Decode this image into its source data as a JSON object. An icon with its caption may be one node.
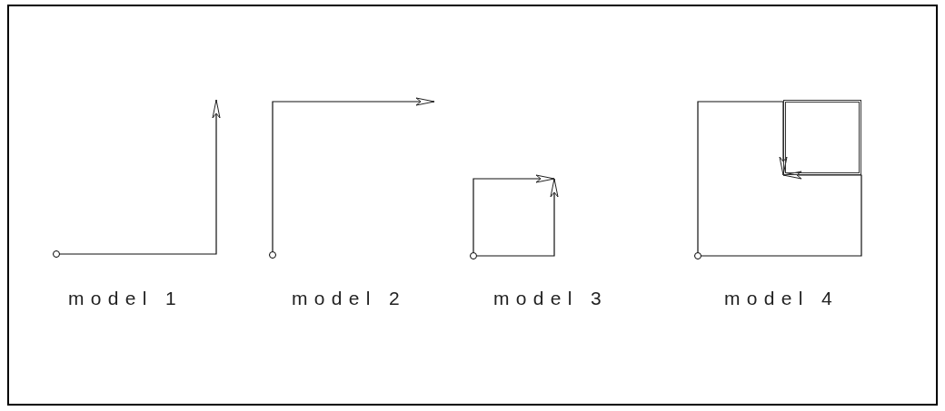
{
  "diagram": {
    "nodes": [
      {
        "text": [],
        "shape": "circle"
      },
      {
        "text": [],
        "shape": "circle"
      },
      {
        "text": [],
        "shape": "circle"
      },
      {
        "text": [],
        "shape": "circle"
      },
      {
        "text": [],
        "shape": "box"
      }
    ],
    "edges": [
      {
        "from": 0,
        "to": null,
        "arrow": "to"
      },
      {
        "from": 1,
        "to": null,
        "arrow": "to"
      },
      {
        "from": 2,
        "to": null,
        "arrow": "to"
      },
      {
        "from": 2,
        "to": null,
        "arrow": "to"
      },
      {
        "from": 3,
        "to": 4,
        "arrow": "to"
      },
      {
        "from": 3,
        "to": 4,
        "arrow": "to"
      }
    ],
    "labels": [
      "model 1",
      "model 2",
      "model 3",
      "model 4"
    ]
  }
}
